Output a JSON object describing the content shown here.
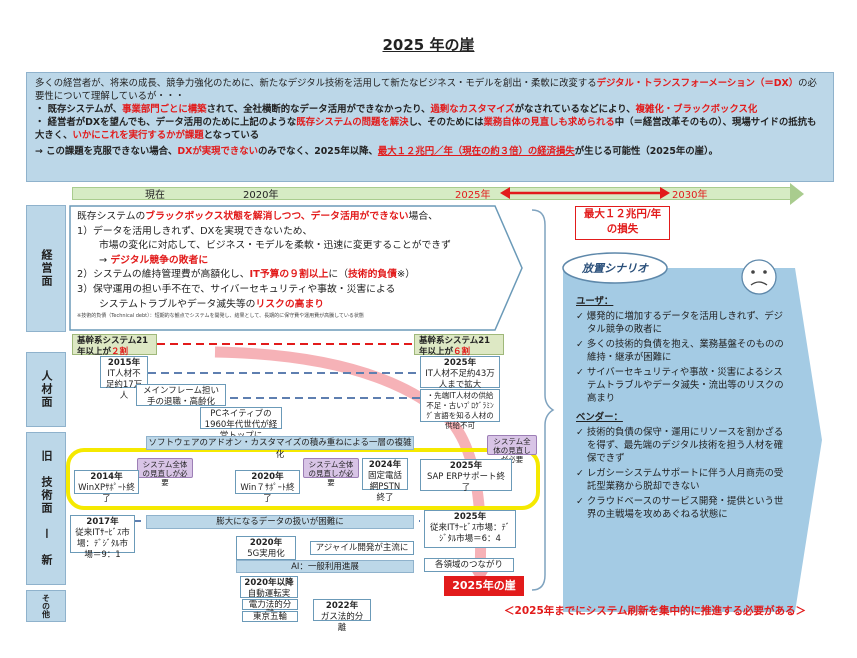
{
  "title": "2025 年の崖",
  "intro": {
    "line1a": "多くの経営者が、将来の成長、競争力強化のために、新たなデジタル技術を活用して新たなビジネス・モデルを創出・柔軟に改変する",
    "line1b": "デジタル・トランスフォーメーション（＝DX）",
    "line1c": "の必要性について理解しているが・・・",
    "b1a": "・ 既存システムが、",
    "b1b": "事業部門ごとに構築",
    "b1c": "されて、全社横断的なデータ活用ができなかったり、",
    "b1d": "過剰なカスタマイズ",
    "b1e": "がなされているなどにより、",
    "b1f": "複雑化・ブラックボックス化",
    "b2a": "・ 経営者がDXを望んでも、データ活用のために上記のような",
    "b2b": "既存システムの問題を解決",
    "b2c": "し、そのためには",
    "b2d": "業務自体の見直しも求められる",
    "b2e": "中（＝経営改革そのもの）、現場サイドの抵抗も大きく、",
    "b2f": "いかにこれを実行するかが課題",
    "b2g": "となっている",
    "c1": "→ この課題を克服できない場合、",
    "c2": "DXが実現できない",
    "c3": "のみでなく、2025年以降、",
    "c4": "最大１２兆円／年（現在の約３倍）の経済損失",
    "c5": "が生じる可能性（2025年の崖）。"
  },
  "timeline": {
    "now": "現在",
    "y2020": "2020年",
    "y2025": "2025年",
    "y2030": "2030年"
  },
  "loss": {
    "text1": "最大１２兆円/年",
    "text2": "の損失"
  },
  "rows": {
    "mgmt": "経営面",
    "hr": "人材面",
    "tech": "旧　技術面　ー　新",
    "other": "その他"
  },
  "mgmt_box": {
    "l1a": "既存システムの",
    "l1b": "ブラックボックス状態を解消しつつ、データ活用ができない",
    "l1c": "場合、",
    "l2": "1）データを活用しきれず、DXを実現できないため、",
    "l3": "市場の変化に対応して、ビジネス・モデルを柔軟・迅速に変更することができず",
    "l4a": "→",
    "l4b": "デジタル競争の敗者に",
    "l5a": "2）システムの維持管理費が高額化し、",
    "l5b": "IT予算の９割以上",
    "l5c": "に（",
    "l5d": "技術的負債",
    "l5e": "※）",
    "l6": "3）保守運用の担い手不在で、サイバーセキュリティや事故・災害による",
    "l7a": "システムトラブルやデータ滅失等の",
    "l7b": "リスクの高まり",
    "note": "※技術的負債（Technical debt）：短期的な観点でシステムを開発し、結果として、長期的に保守費や運用費が高騰している状態"
  },
  "core_sys": {
    "left1": "基幹系システム21",
    "left2a": "年以上が",
    "left2b": "２割",
    "right1": "基幹系システム21",
    "right2a": "年以上が",
    "right2b": "６割"
  },
  "hr": {
    "y2015": "2015年",
    "y2015t": "IT人材不足約17万人",
    "y2025": "2025年",
    "y2025t": "IT人材不足約43万人まで拡大",
    "mainframe": "メインフレーム担い手の退職・高齢化",
    "pc": "PCネイティブの1960年代世代が経営トップに",
    "supply": "・先端IT人材の供給不足・古いﾌﾟﾛｸﾞﾗﾐﾝｸﾞ言語を知る人材の供給不可"
  },
  "tech": {
    "addon": "ソフトウェアのアドオン・カスタマイズの積み重ねによる一層の複雑化",
    "need_top": "システム全体の見直しが必要",
    "y2014": "2014年",
    "y2014t": "WinXPｻﾎﾟｰﾄ終了",
    "need1": "システム全体の見直しが必要",
    "y2020": "2020年",
    "y2020t": "Win７ｻﾎﾟｰﾄ終了",
    "need2": "システム全体の見直しが必要",
    "y2024": "2024年",
    "y2024t": "固定電話網PSTN終了",
    "y2025": "2025年",
    "y2025t": "SAP ERPサポート終了",
    "y2017": "2017年",
    "y2017t": "従来ITｻｰﾋﾞｽ市場：ﾃﾞｼﾞﾀﾙ市場＝9：1",
    "data": "膨大になるデータの扱いが困難に",
    "y2025b": "2025年",
    "y2025bt": "従来ITｻｰﾋﾞｽ市場：ﾃﾞｼﾞﾀﾙ市場＝6：4",
    "g2020": "2020年",
    "g5g": "5G実用化",
    "agile": "アジャイル開発が主流に",
    "ai": "AI：一般利用進展",
    "connect": "各領域のつながり",
    "cliff": "2025年の崖"
  },
  "other": {
    "auto1": "2020年以降",
    "auto2": "自動運転実用化",
    "power": "電力法的分離",
    "olympic": "東京五輪",
    "y2022": "2022年",
    "gas": "ガス法的分離"
  },
  "scenario": {
    "title": "放置シナリオ",
    "user_h": "ユーザ：",
    "u1": "✓ 爆発的に増加するデータを活用しきれず、デジタル競争の敗者に",
    "u2": "✓ 多くの技術的負債を抱え、業務基盤そのものの維持・継承が困難に",
    "u3": "✓ サイバーセキュリティや事故・災害によるシステムトラブルやデータ滅失・流出等のリスクの高まり",
    "vendor_h": "ベンダー：",
    "v1": "✓ 技術的負債の保守・運用にリソースを割かざるを得ず、最先端のデジタル技術を担う人材を確保できず",
    "v2": "✓ レガシーシステムサポートに伴う人月商売の受託型業務から脱却できない",
    "v3": "✓ クラウドベースのサービス開発・提供という世界の主戦場を攻めあぐねる状態に"
  },
  "footer": "＜2025年までにシステム刷新を集中的に推進する必要がある＞"
}
